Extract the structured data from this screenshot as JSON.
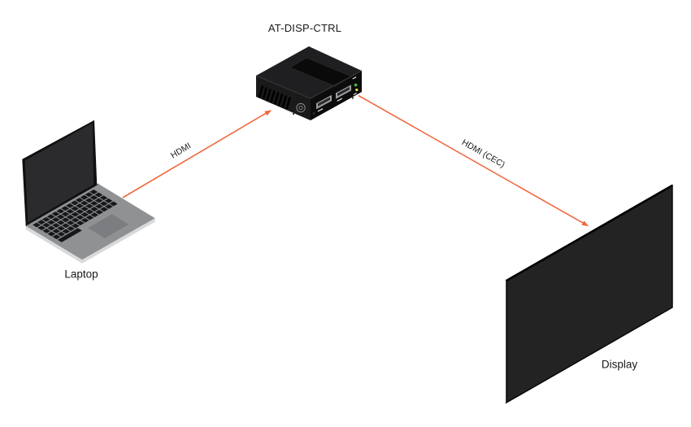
{
  "diagram": {
    "nodes": [
      {
        "id": "laptop",
        "label": "Laptop"
      },
      {
        "id": "at-disp-ctrl",
        "label": "AT-DISP-CTRL"
      },
      {
        "id": "display",
        "label": "Display"
      }
    ],
    "connections": [
      {
        "from": "laptop",
        "to": "at-disp-ctrl",
        "label": "HDMI"
      },
      {
        "from": "at-disp-ctrl",
        "to": "display",
        "label": "HDMI (CEC)"
      }
    ],
    "colors": {
      "arrow": "#F06941",
      "background": "#FFFFFF",
      "label_text": "#1A1A1A"
    }
  }
}
